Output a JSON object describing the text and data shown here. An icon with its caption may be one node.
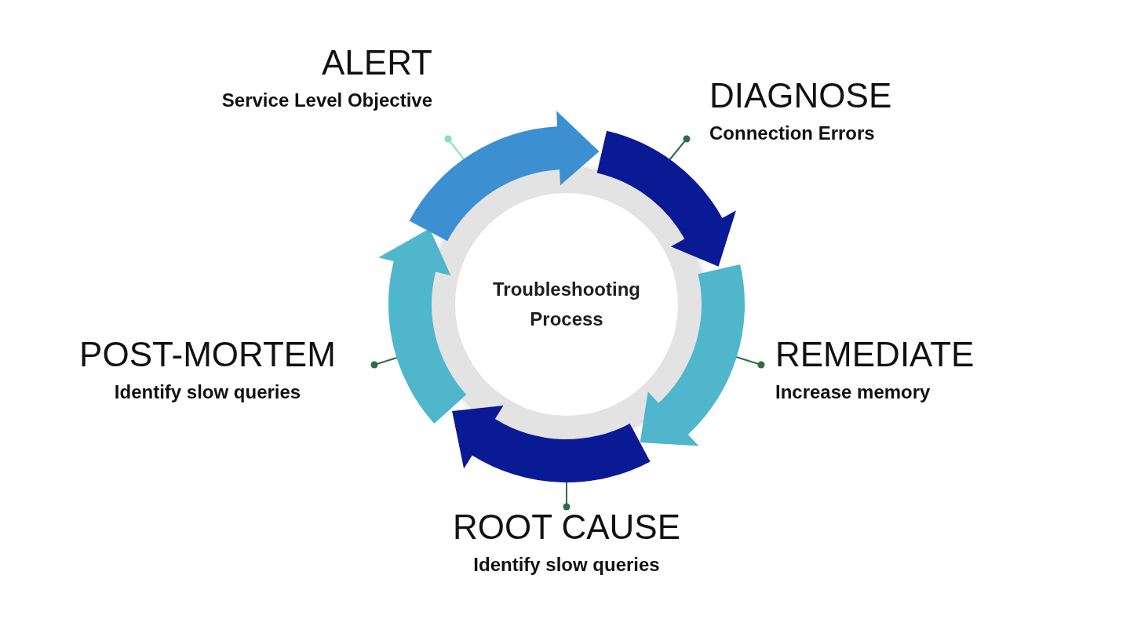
{
  "diagram": {
    "nodes": [
      {
        "text": [
          "ALERT",
          "Service Level Objective"
        ]
      },
      {
        "text": [
          "DIAGNOSE",
          "Connection Errors"
        ]
      },
      {
        "text": [
          "Troubleshooting Process"
        ]
      },
      {
        "text": [
          "POST-MORTEM",
          "Identify slow queries"
        ]
      },
      {
        "text": [
          "REMEDIATE",
          "Increase memory"
        ]
      },
      {
        "text": [
          "ROOT CAUSE",
          "Identify slow queries"
        ]
      }
    ],
    "edges": [
      {
        "from": 0,
        "to": 2,
        "arrow": "other",
        "color": "#7fe3b4"
      },
      {
        "from": 1,
        "to": 2,
        "arrow": "other"
      },
      {
        "from": 3,
        "to": 2,
        "arrow": "other"
      },
      {
        "from": 4,
        "to": 2,
        "arrow": "other"
      },
      {
        "from": 5,
        "to": 2,
        "arrow": "other"
      }
    ]
  }
}
